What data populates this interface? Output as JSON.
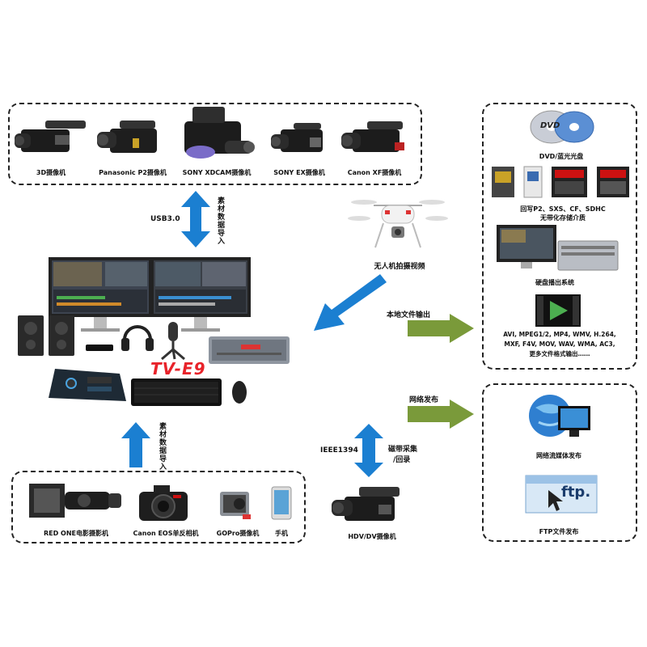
{
  "top_cameras": {
    "items": [
      {
        "label": "3D摄像机"
      },
      {
        "label": "Panasonic P2摄像机"
      },
      {
        "label": "SONY XDCAM摄像机"
      },
      {
        "label": "SONY EX摄像机"
      },
      {
        "label": "Canon XF摄像机"
      }
    ]
  },
  "import_top": {
    "interface": "USB3.0",
    "label": "素材数据导入"
  },
  "drone": {
    "label": "无人机拍摄视频"
  },
  "workstation": {
    "brand": "TV-E9"
  },
  "local_output": {
    "label": "本地文件输出"
  },
  "network_publish": {
    "label": "网络发布"
  },
  "import_bottom": {
    "label": "素材数据导入"
  },
  "ieee": {
    "interface": "IEEE1394",
    "label1": "磁带采集",
    "label2": "/回录"
  },
  "hdv": {
    "label": "HDV/DV摄像机"
  },
  "bottom_cameras": {
    "items": [
      {
        "label": "RED ONE电影摄影机"
      },
      {
        "label": "Canon EOS单反相机"
      },
      {
        "label": "GOPro摄像机"
      },
      {
        "label": "手机"
      }
    ]
  },
  "outputs": {
    "dvd": {
      "label": "DVD/蓝光光盘",
      "logo": "DVD"
    },
    "storage": {
      "line1": "回写P2、SXS、CF、SDHC",
      "line2": "无带化存储介质"
    },
    "disk": {
      "label": "硬盘播出系统"
    },
    "formats": {
      "line1": "AVI, MPEG1/2, MP4, WMV, H.264,",
      "line2": "MXF, F4V, MOV, WAV, WMA, AC3,",
      "line3": "更多文件格式输出……"
    }
  },
  "publish": {
    "stream": {
      "label": "网络流媒体发布"
    },
    "ftp": {
      "label": "FTP文件发布",
      "logo": "ftp."
    }
  },
  "colors": {
    "blue_arrow": "#1b7fd1",
    "green_arrow": "#7a9a3a"
  }
}
